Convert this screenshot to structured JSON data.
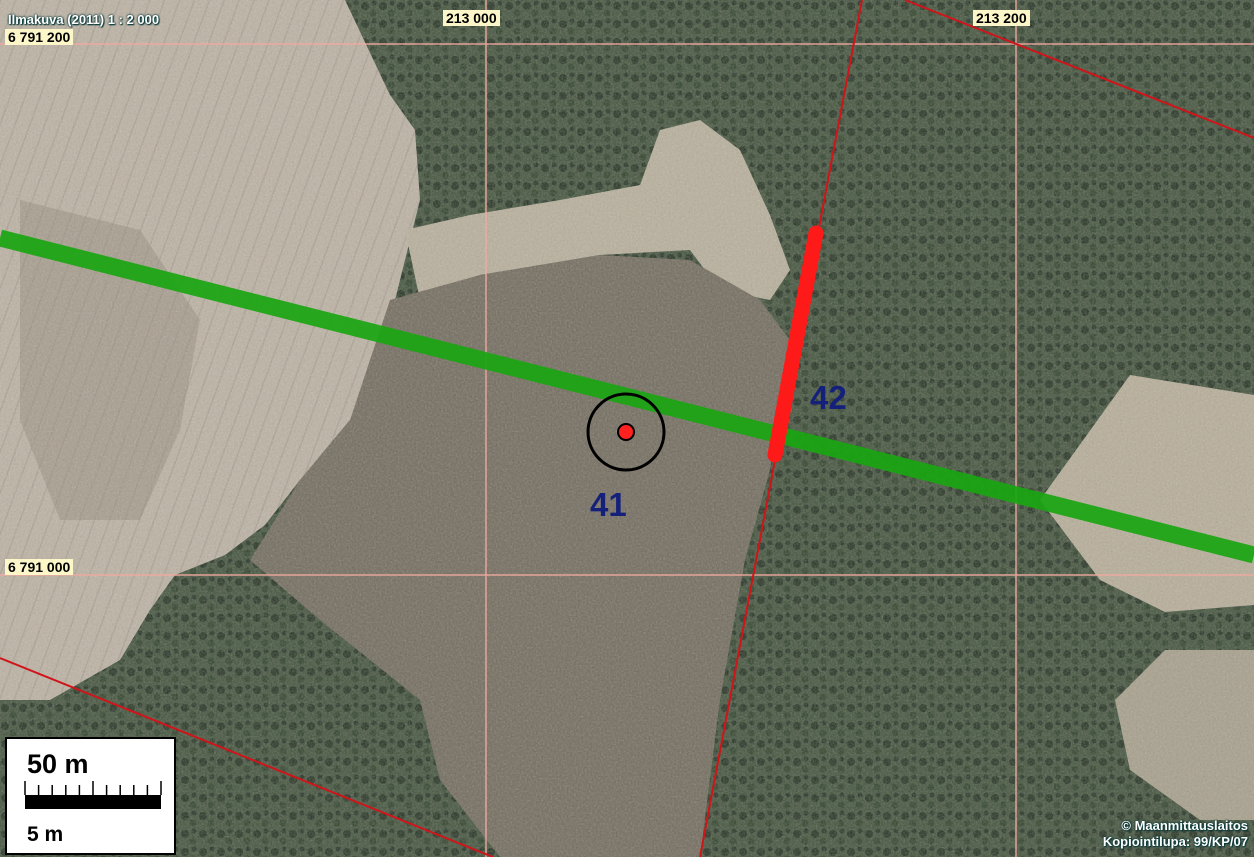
{
  "map": {
    "title": "Ilmakuva (2011) 1 : 2 000",
    "grid_labels": {
      "x_left": "213 000",
      "x_right": "213 200",
      "y_top": "6 791 200",
      "y_bottom": "6 791 000"
    },
    "points": {
      "p41": "41",
      "p42": "42"
    },
    "scale": {
      "top_label": "50 m",
      "bottom_label": "5 m"
    },
    "copyright": {
      "line1": "© Maanmittauslaitos",
      "line2": "Kopiointilupa: 99/KP/07"
    },
    "colors": {
      "grid_line": "#f2a9a0",
      "property_line": "#d0151a",
      "route_line": "#1aa612",
      "segment": "#ff1a1a",
      "marker": "#ff2020",
      "label_text": "#14207a"
    }
  }
}
